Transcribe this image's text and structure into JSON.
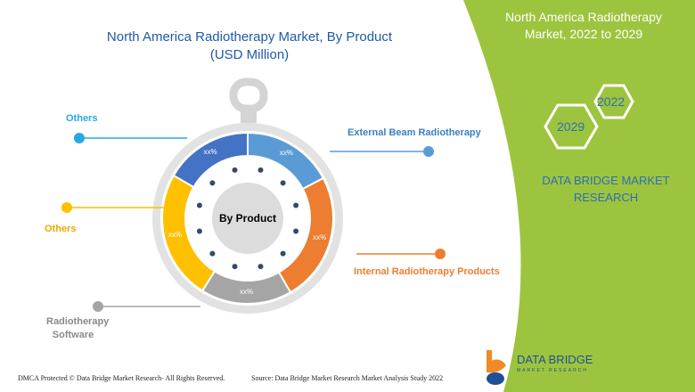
{
  "title": {
    "line1": "North America Radiotherapy Market, By Product",
    "line2": "(USD Million)"
  },
  "center_label": "By Product",
  "segments": [
    {
      "name": "External Beam Radiotherapy",
      "value_label": "xx%",
      "color": "#5b9bd5"
    },
    {
      "name": "Internal Radiotherapy Products",
      "value_label": "xx%",
      "color": "#ed7d31"
    },
    {
      "name": "Radiotherapy Software",
      "value_label": "xx%",
      "color": "#a5a5a5"
    },
    {
      "name": "Others",
      "value_label": "xx%",
      "color": "#ffc000"
    },
    {
      "name": "Others",
      "value_label": "xx%",
      "color": "#4472c4"
    }
  ],
  "labels": {
    "others_top": "Others",
    "external": "External Beam Radiotherapy",
    "others_left": "Others",
    "internal": "Internal Radiotherapy Products",
    "software_1": "Radiotherapy",
    "software_2": "Software"
  },
  "panel": {
    "title1": "North America Radiotherapy",
    "title2": "Market, 2022 to 2029",
    "year_a": "2022",
    "year_b": "2029",
    "brand1": "DATA BRIDGE MARKET",
    "brand2": "RESEARCH",
    "accent": "#9dc43e"
  },
  "footer": {
    "dmca": "DMCA Protected © Data Bridge Market Research- All Rights Reserved.",
    "source": "Source: Data Bridge Market Research Market Analysis Study 2022"
  },
  "logo": {
    "name": "DATA BRIDGE",
    "sub": "MARKET RESEARCH"
  }
}
